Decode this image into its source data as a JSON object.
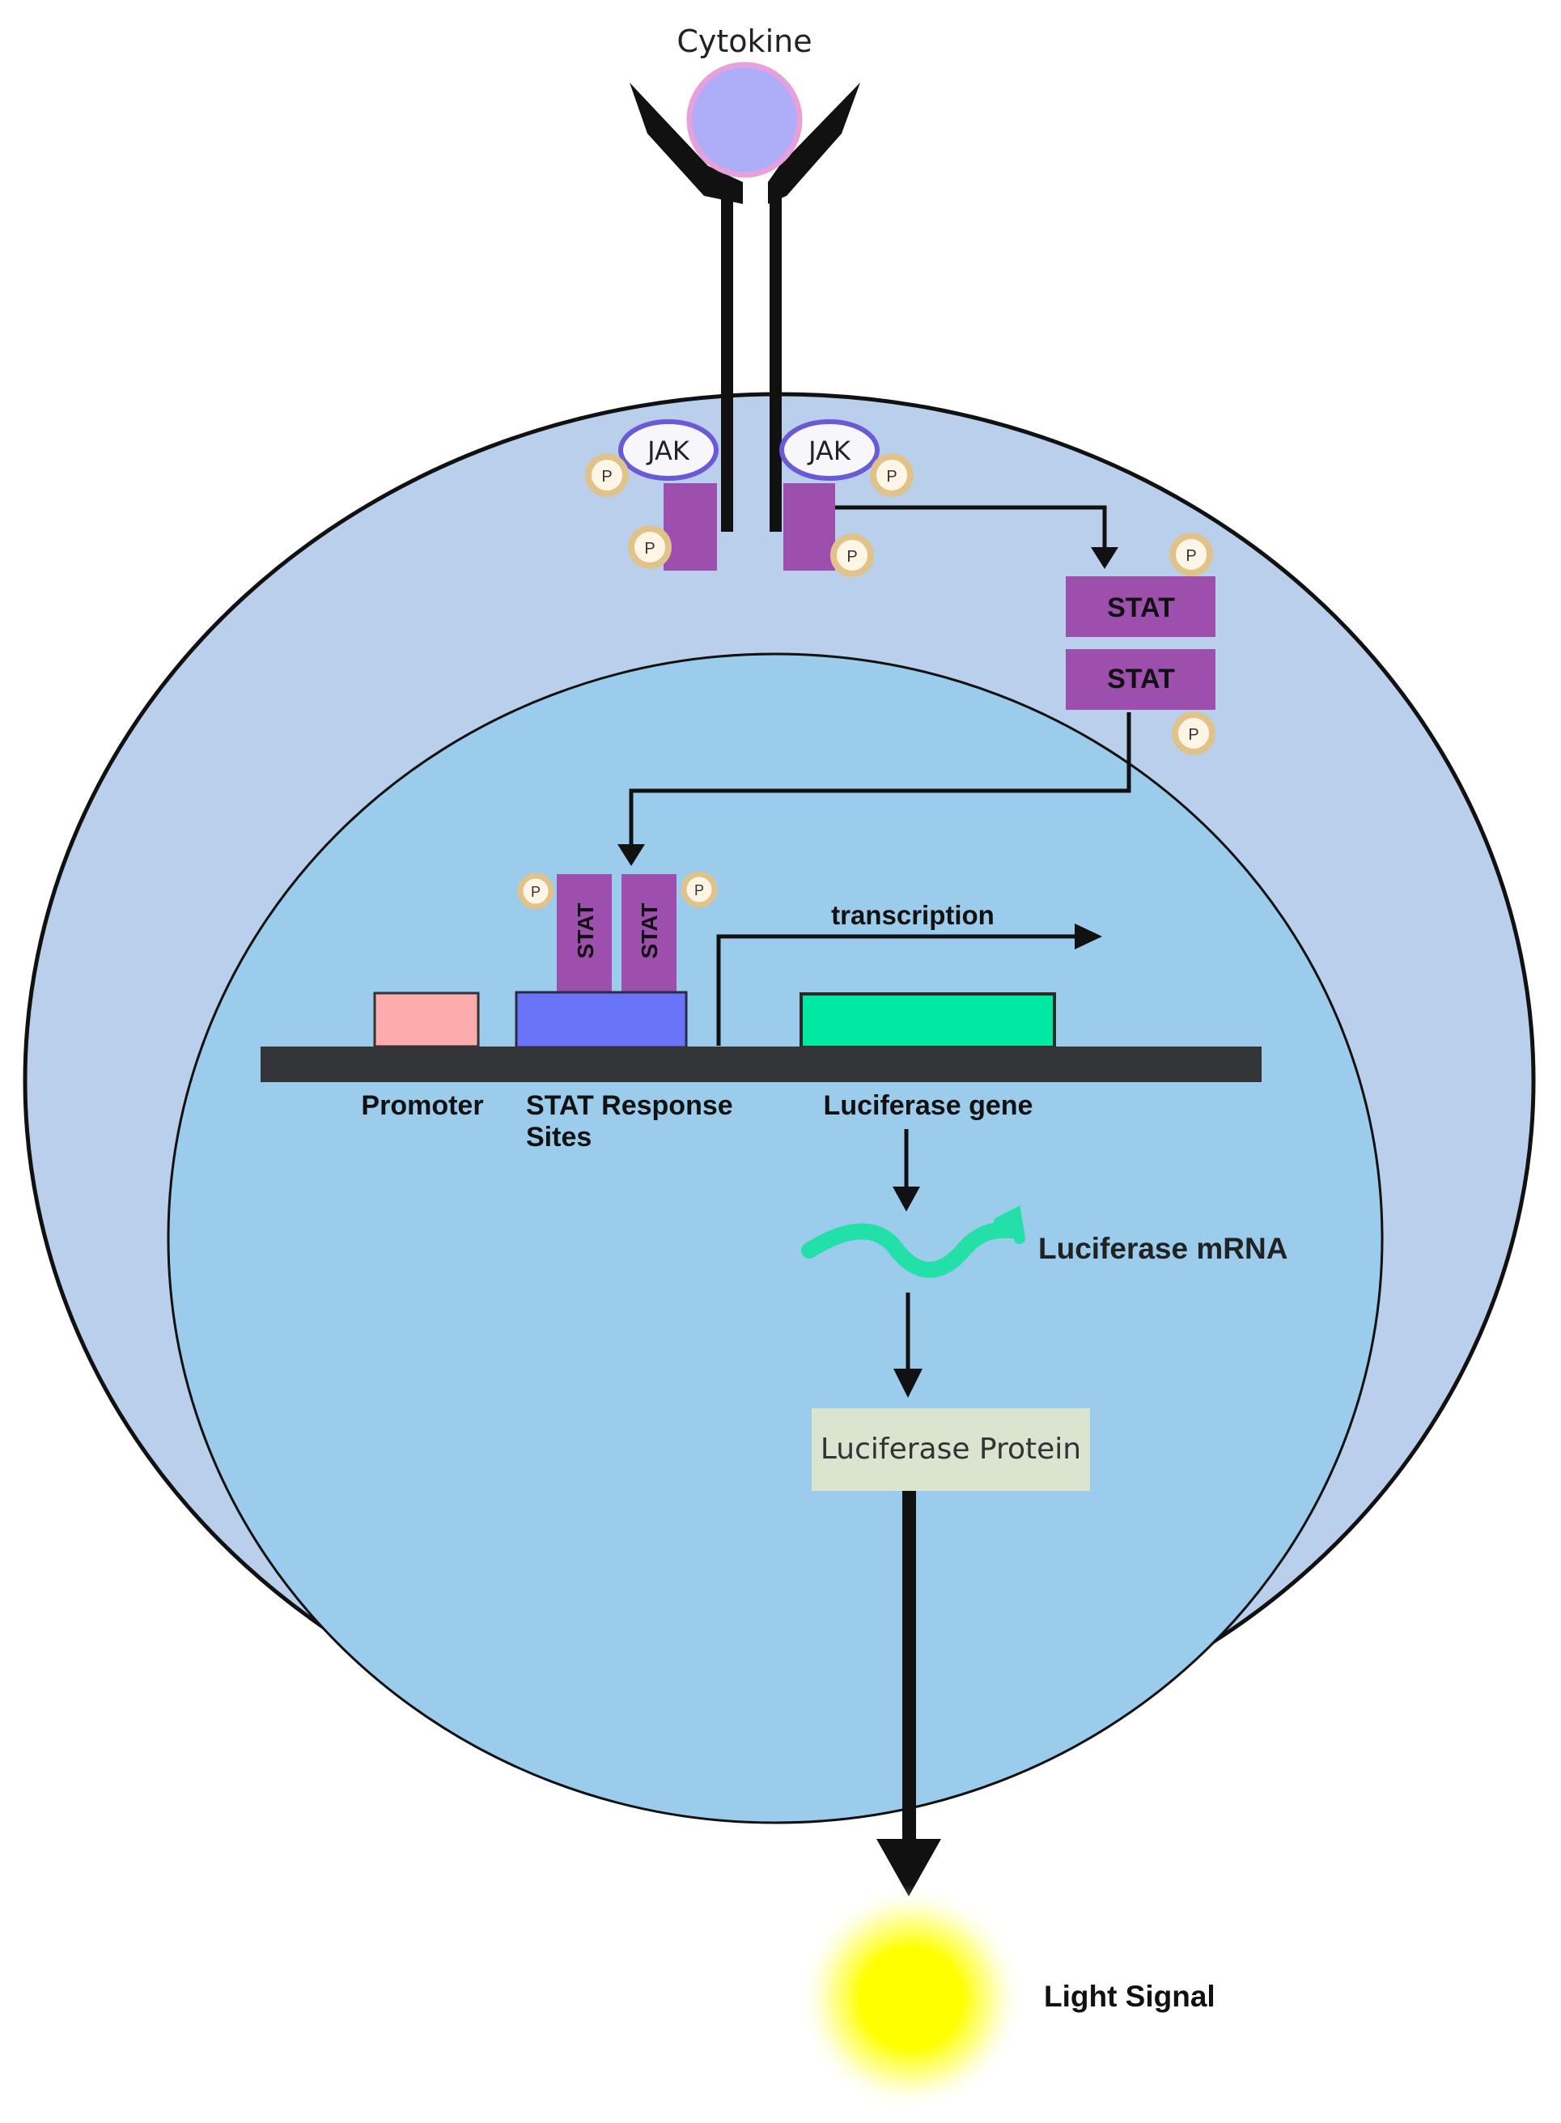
{
  "labels": {
    "cytokine": "Cytokine",
    "jak_left": "JAK",
    "jak_right": "JAK",
    "phospho": "P",
    "stat_dimer_top": "STAT",
    "stat_dimer_bottom": "STAT",
    "stat_bound_left": "STAT",
    "stat_bound_right": "STAT",
    "transcription": "transcription",
    "promoter": "Promoter",
    "stat_response_line1": "STAT Response",
    "stat_response_line2": "Sites",
    "luciferase_gene": "Luciferase gene",
    "luciferase_mrna": "Luciferase mRNA",
    "luciferase_protein": "Luciferase Protein",
    "light_signal": "Light Signal"
  },
  "colors": {
    "cell": "#b9cfec",
    "nucleus": "#9bcceb",
    "cytokine_fill": "#aeaef8",
    "cytokine_stroke": "#e6a0dc",
    "stat_purple": "#9d4fad",
    "jak_stroke": "#6a5ad6",
    "phospho_fill": "#fdf6e6",
    "phospho_stroke": "#e0c38a",
    "dna": "#333538",
    "promoter": "#fdacae",
    "stat_response": "#6a74f8",
    "luciferase_gene": "#00e8a2",
    "mrna": "#22e0a8",
    "protein_box": "#dbe4cf",
    "light": "#ffff00"
  }
}
